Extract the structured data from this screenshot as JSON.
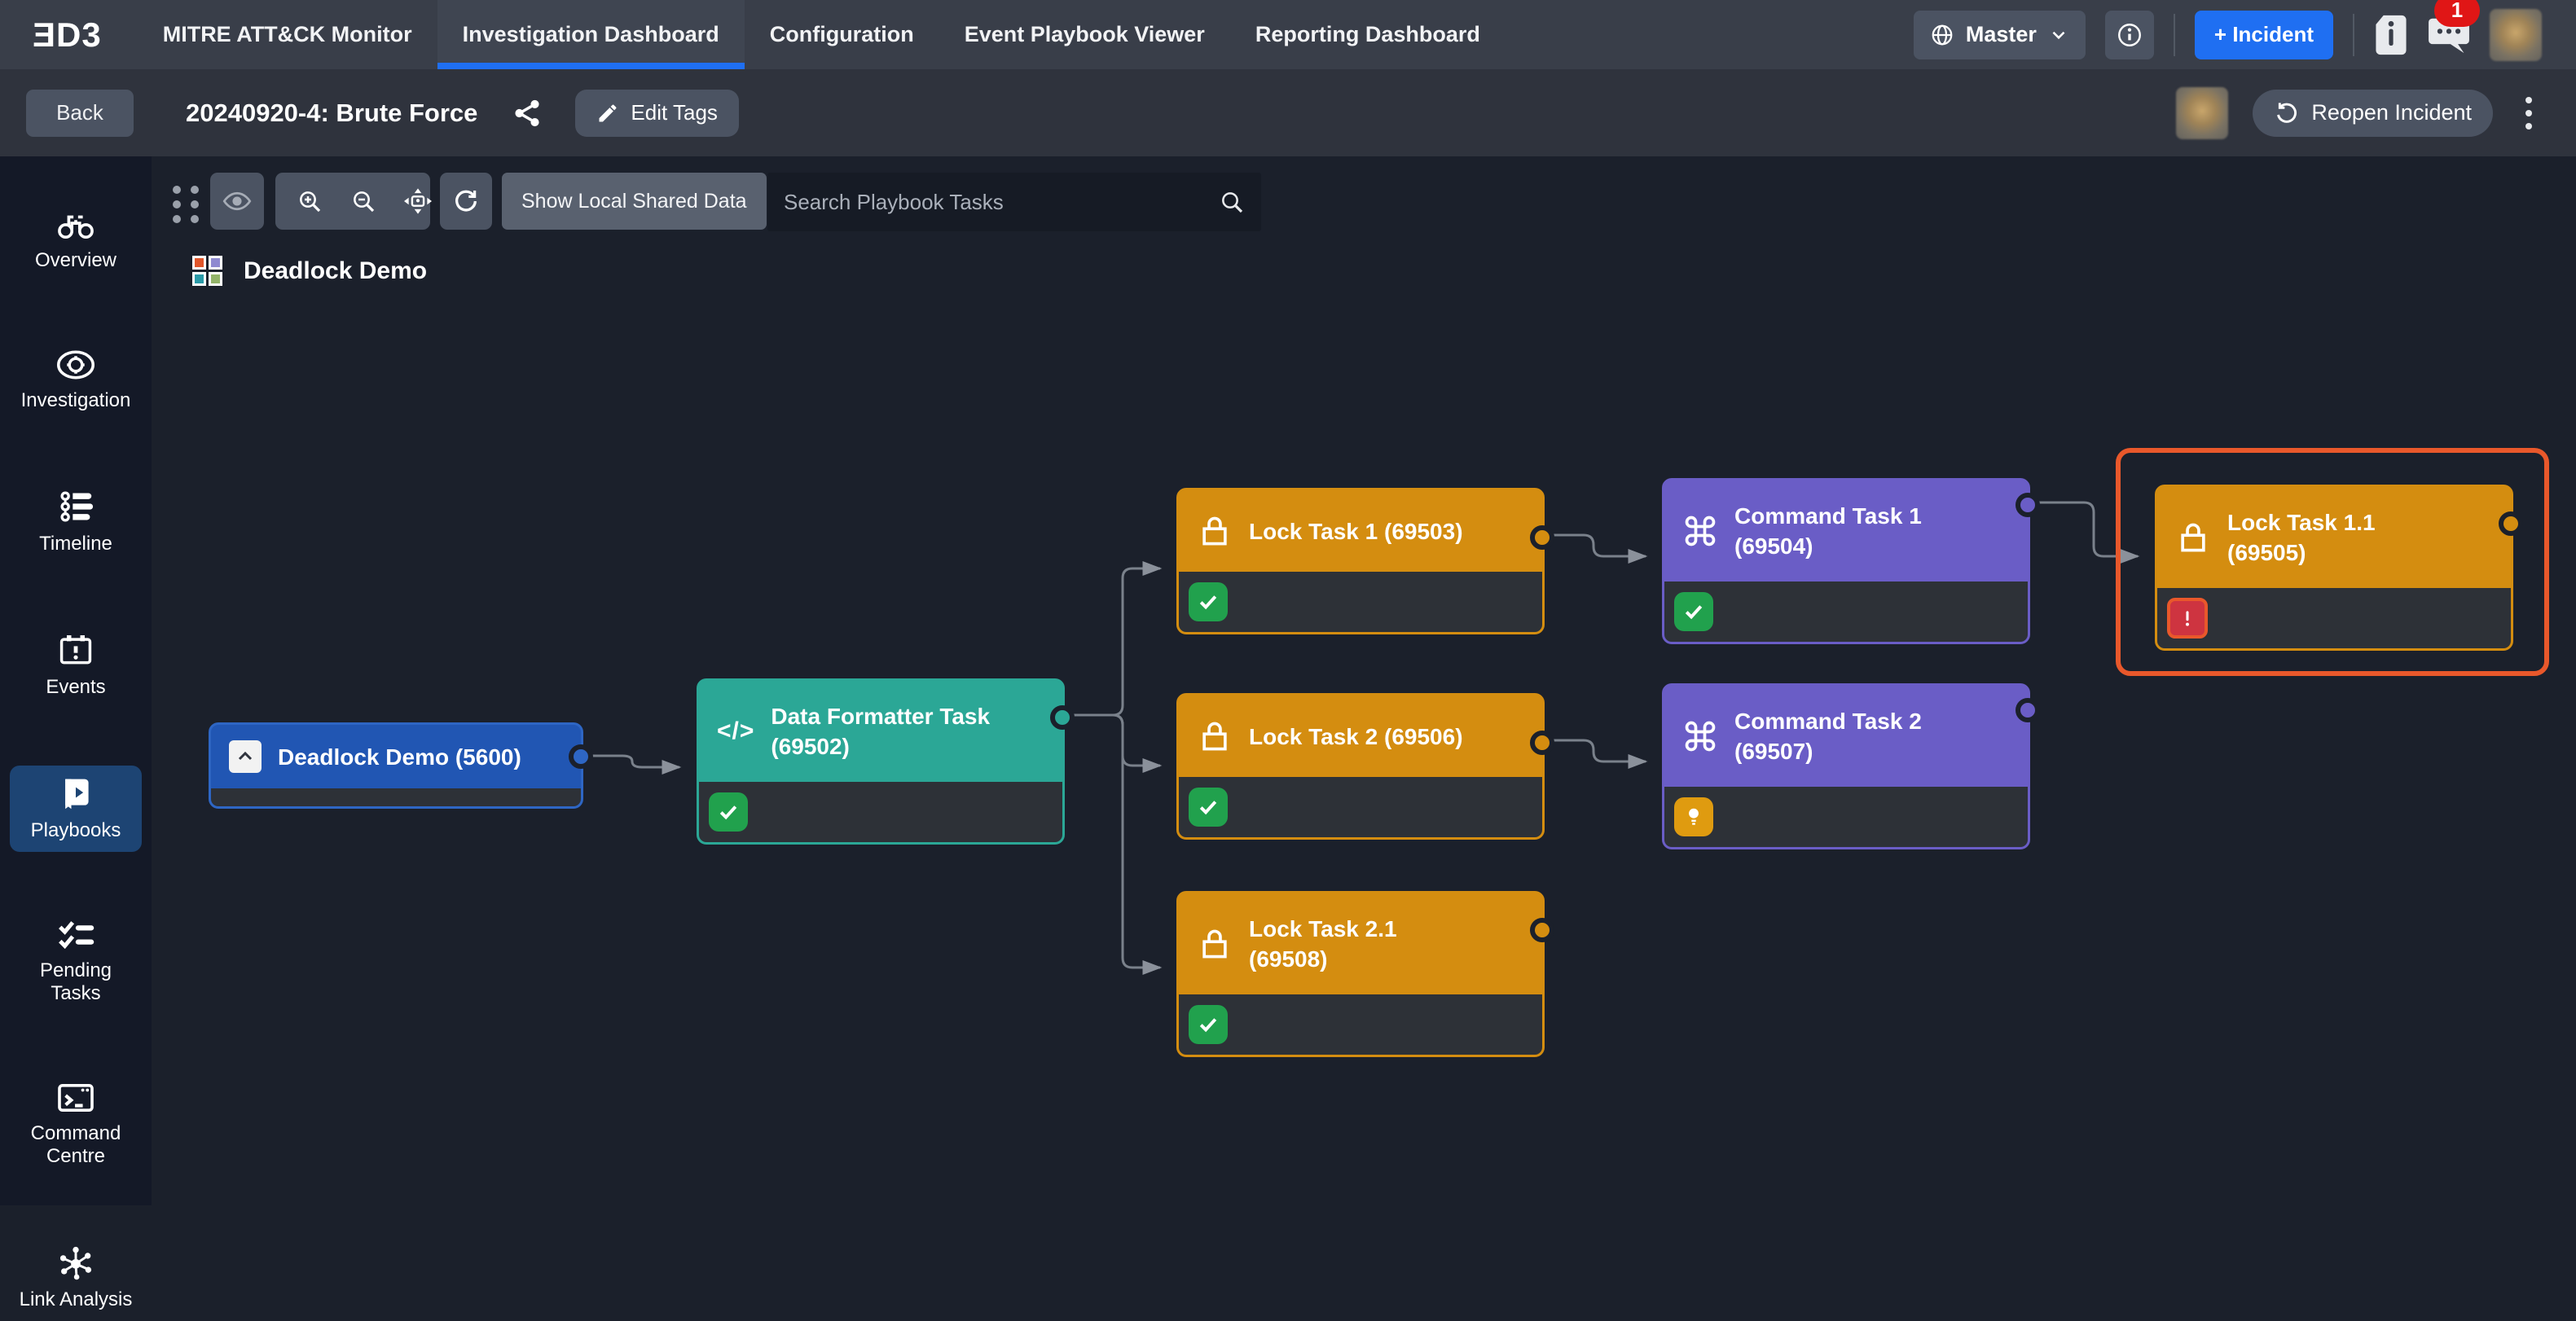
{
  "nav": {
    "logo": "ƎD3",
    "tabs": [
      {
        "label": "MITRE ATT&CK Monitor",
        "active": false
      },
      {
        "label": "Investigation Dashboard",
        "active": true
      },
      {
        "label": "Configuration",
        "active": false
      },
      {
        "label": "Event Playbook Viewer",
        "active": false
      },
      {
        "label": "Reporting Dashboard",
        "active": false
      }
    ],
    "environment": "Master",
    "incident_button": "+ Incident",
    "notification_badge": "1"
  },
  "header": {
    "back_button": "Back",
    "incident_title": "20240920-4: Brute Force",
    "edit_tags_button": "Edit Tags",
    "reopen_button": "Reopen Incident"
  },
  "sidebar": {
    "items": [
      {
        "label": "Overview",
        "icon": "binoculars-icon",
        "active": false
      },
      {
        "label": "Investigation",
        "icon": "target-icon",
        "active": false
      },
      {
        "label": "Timeline",
        "icon": "timeline-icon",
        "active": false
      },
      {
        "label": "Events",
        "icon": "calendar-alert-icon",
        "active": false
      },
      {
        "label": "Playbooks",
        "icon": "playbook-icon",
        "active": true
      },
      {
        "label": "Pending Tasks",
        "icon": "checklist-icon",
        "active": false
      },
      {
        "label": "Command Centre",
        "icon": "terminal-icon",
        "active": false
      },
      {
        "label": "Link Analysis",
        "icon": "link-graph-icon",
        "active": false
      }
    ]
  },
  "toolbar": {
    "show_local_shared_data_button": "Show Local Shared Data",
    "search_placeholder": "Search Playbook Tasks"
  },
  "playbook": {
    "title": "Deadlock Demo",
    "nodes": [
      {
        "line1": "Deadlock Demo (5600)",
        "line2": "",
        "type": "playbook-start",
        "status": "none",
        "color": "#2156b3"
      },
      {
        "line1": "Data Formatter Task",
        "line2": "(69502)",
        "type": "data-formatter",
        "status": "completed",
        "color": "#2ba796"
      },
      {
        "line1": "Lock Task 1 (69503)",
        "line2": "",
        "type": "lock",
        "status": "completed",
        "color": "#d48d10"
      },
      {
        "line1": "Command Task 1",
        "line2": "(69504)",
        "type": "command",
        "status": "completed",
        "color": "#6a5dc6"
      },
      {
        "line1": "Lock Task 1.1",
        "line2": "(69505)",
        "type": "lock",
        "status": "error",
        "color": "#d48d10",
        "selected": true
      },
      {
        "line1": "Lock Task 2 (69506)",
        "line2": "",
        "type": "lock",
        "status": "completed",
        "color": "#d48d10"
      },
      {
        "line1": "Command Task 2",
        "line2": "(69507)",
        "type": "command",
        "status": "pending",
        "color": "#6a5dc6"
      },
      {
        "line1": "Lock Task 2.1",
        "line2": "(69508)",
        "type": "lock",
        "status": "completed",
        "color": "#d48d10"
      }
    ]
  },
  "colors": {
    "accent_blue": "#1f6ff2",
    "nav_bg": "#393e49",
    "header_bg": "#2f333d",
    "canvas_bg": "#1b202b",
    "sidebar_bg": "#141927",
    "active_sidebar": "#1d4473",
    "node_orange": "#d48d10",
    "node_teal": "#2ba796",
    "node_purple": "#6a5dc6",
    "node_blue": "#2156b3",
    "status_green": "#21a14d",
    "status_red": "#ce3440",
    "status_amber": "#df9b10",
    "selection_orange": "#e9582b",
    "connector_gray": "#7a818b",
    "badge_red": "#e01616"
  }
}
